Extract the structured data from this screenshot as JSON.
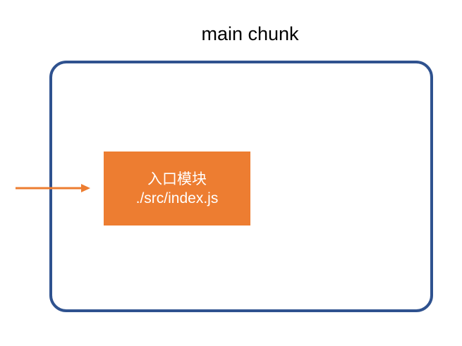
{
  "diagram": {
    "chunk": {
      "title": "main chunk",
      "border_color": "#2f528f"
    },
    "entry_module": {
      "label": "入口模块",
      "path": "./src/index.js",
      "fill_color": "#ed7d31",
      "text_color": "#ffffff"
    },
    "entry_arrow": {
      "color": "#ed7d31"
    }
  }
}
